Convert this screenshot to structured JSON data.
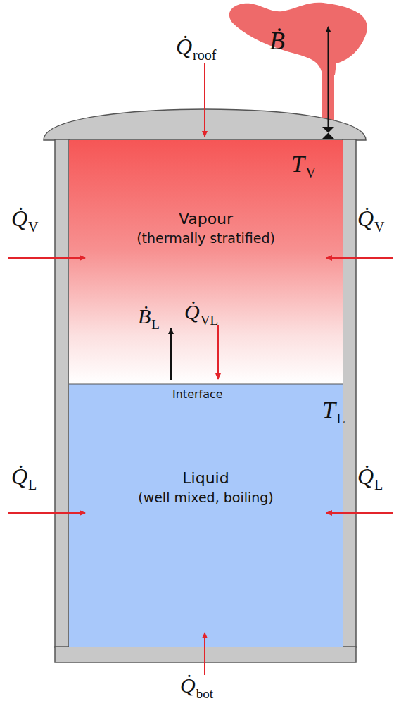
{
  "diagram": {
    "nodes": [
      {
        "text": [
          "Vapour",
          "(thermally stratified)"
        ]
      },
      {
        "text": [
          "Liquid",
          "(well mixed, boiling)"
        ]
      }
    ],
    "labels": [
      "Ḃ",
      "Q̇",
      "roof",
      "T",
      "V",
      "Q̇",
      "V",
      "Q̇",
      "V",
      "Ḃ",
      "L",
      "Q̇",
      "VL",
      "Interface",
      "T",
      "L",
      "Q̇",
      "L",
      "Q̇",
      "L",
      "Q̇",
      "bot"
    ]
  }
}
